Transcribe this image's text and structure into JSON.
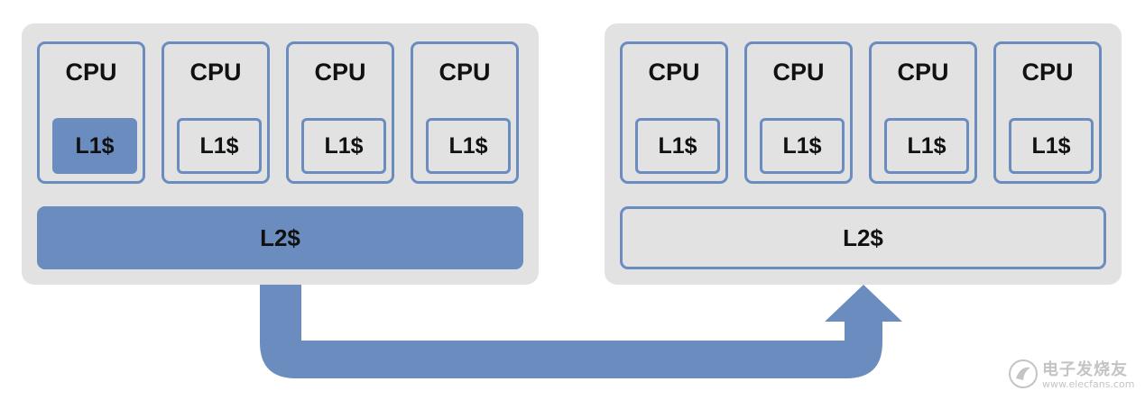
{
  "diagram": {
    "left_cluster": {
      "cpus": [
        {
          "label": "CPU",
          "cache_label": "L1$",
          "cache_state": "active"
        },
        {
          "label": "CPU",
          "cache_label": "L1$",
          "cache_state": "inactive"
        },
        {
          "label": "CPU",
          "cache_label": "L1$",
          "cache_state": "inactive"
        },
        {
          "label": "CPU",
          "cache_label": "L1$",
          "cache_state": "inactive"
        }
      ],
      "shared_cache_label": "L2$",
      "shared_cache_state": "active"
    },
    "right_cluster": {
      "cpus": [
        {
          "label": "CPU",
          "cache_label": "L1$",
          "cache_state": "inactive"
        },
        {
          "label": "CPU",
          "cache_label": "L1$",
          "cache_state": "inactive"
        },
        {
          "label": "CPU",
          "cache_label": "L1$",
          "cache_state": "inactive"
        },
        {
          "label": "CPU",
          "cache_label": "L1$",
          "cache_state": "inactive"
        }
      ],
      "shared_cache_label": "L2$",
      "shared_cache_state": "inactive"
    },
    "arrow_icon": "u-turn-arrow-icon",
    "colors": {
      "accent": "#6b8cbf",
      "cluster_background": "#e2e2e2",
      "text": "#111111"
    }
  },
  "watermark": {
    "name": "电子发烧友",
    "url": "www.elecfans.com"
  }
}
